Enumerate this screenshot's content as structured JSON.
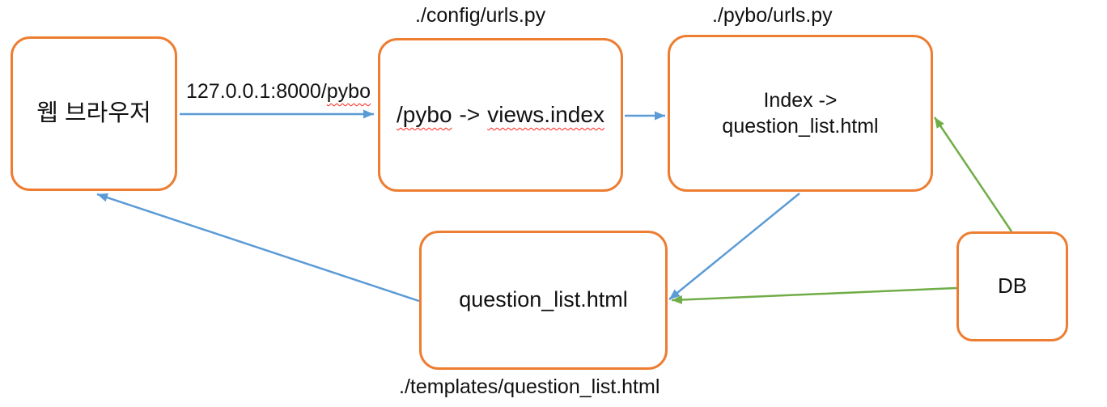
{
  "colors": {
    "node_border": "#ED7D31",
    "request_flow_arrow": "#5B9BD5",
    "db_flow_arrow": "#70AD47",
    "text": "#111111",
    "spellcheck_squiggle": "#ff2015"
  },
  "nodes": {
    "web_browser": {
      "label": "웹 브라우저"
    },
    "config_urls": {
      "caption": "./config/urls.py",
      "rule_path": "/pybo",
      "rule_arrow": "->",
      "rule_target": "views.index"
    },
    "pybo_urls": {
      "caption": "./pybo/urls.py",
      "line1": "Index ->",
      "line2": "question_list.html"
    },
    "question_template": {
      "label": "question_list.html",
      "caption": "./templates/question_list.html"
    },
    "db": {
      "label": "DB"
    }
  },
  "edges": [
    {
      "from": "web_browser",
      "to": "config_urls",
      "color": "blue",
      "label_prefix": "127.0.0.1:8000/",
      "label_typo_word": "pybo"
    },
    {
      "from": "config_urls",
      "to": "pybo_urls",
      "color": "blue"
    },
    {
      "from": "pybo_urls",
      "to": "question_template",
      "color": "blue"
    },
    {
      "from": "question_template",
      "to": "web_browser",
      "color": "blue"
    },
    {
      "from": "db",
      "to": "pybo_urls",
      "color": "green"
    },
    {
      "from": "db",
      "to": "question_template",
      "color": "green"
    }
  ]
}
